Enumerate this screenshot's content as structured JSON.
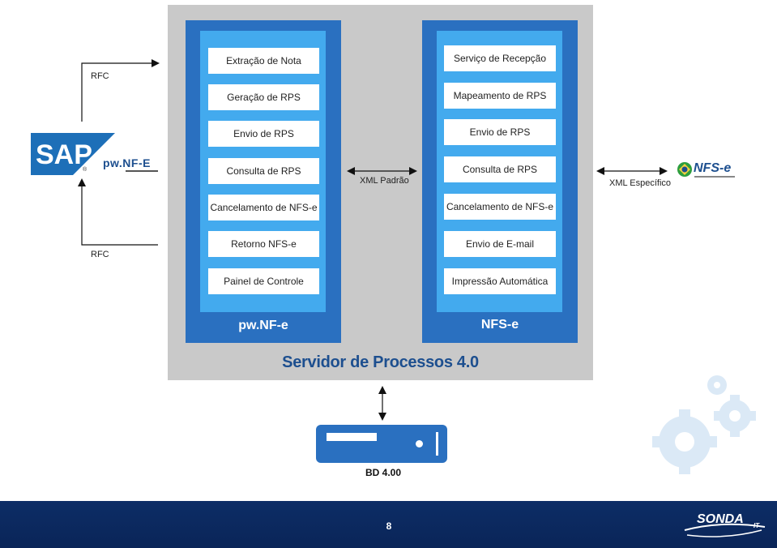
{
  "server": {
    "title": "Servidor de Processos 4.0",
    "left_column": {
      "title": "pw.NF-e",
      "items": [
        "Extração de Nota",
        "Geração de RPS",
        "Envio de RPS",
        "Consulta de RPS",
        "Cancelamento de NFS-e",
        "Retorno NFS-e",
        "Painel de Controle"
      ]
    },
    "right_column": {
      "title": "NFS-e",
      "items": [
        "Serviço de Recepção",
        "Mapeamento de RPS",
        "Envio de RPS",
        "Consulta de RPS",
        "Cancelamento de NFS-e",
        "Envio de E-mail",
        "Impressão Automática"
      ]
    }
  },
  "connectors": {
    "rfc_top": "RFC",
    "rfc_bottom": "RFC",
    "xml_padrao": "XML Padrão",
    "xml_especifico": "XML Específico"
  },
  "logos": {
    "sap": "SAP",
    "pwnfe": "pw.NF-E",
    "nfse": "NFS-e",
    "sonda": "SONDA",
    "sonda_suffix": "IT"
  },
  "database": {
    "label": "BD 4.00"
  },
  "footer": {
    "page_number": "8"
  },
  "colors": {
    "server_bg": "#c9c9c9",
    "column": "#2a70c0",
    "column_inner": "#43aaee",
    "server_title": "#1d4f8f",
    "footer": "#0d2d66",
    "database": "#2a70c0"
  }
}
